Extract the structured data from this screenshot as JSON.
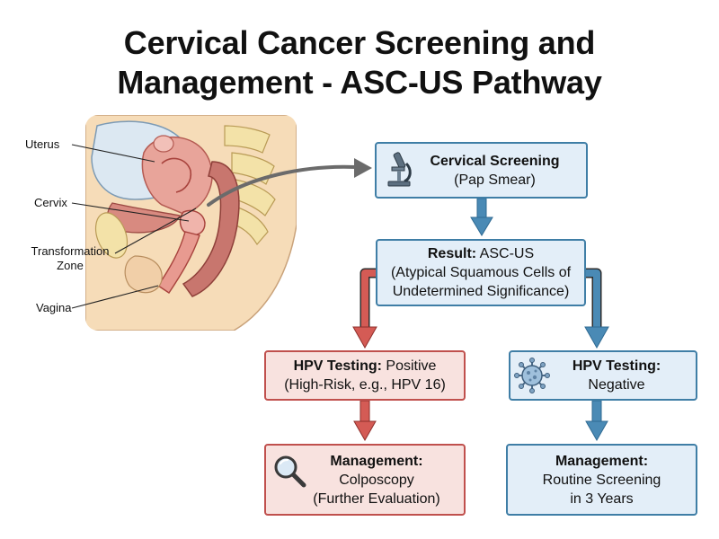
{
  "title": {
    "line1": "Cervical Cancer Screening and",
    "line2": "Management - ASC-US Pathway"
  },
  "anatomy_labels": {
    "uterus": "Uterus",
    "cervix": "Cervix",
    "transformation_zone_line1": "Transformation",
    "transformation_zone_line2": "Zone",
    "vagina": "Vagina"
  },
  "nodes": {
    "screening": {
      "title": "Cervical Screening",
      "subtitle": "(Pap Smear)"
    },
    "result": {
      "bold": "Result:",
      "value": "ASC-US",
      "line2": "(Atypical Squamous Cells of",
      "line3": "Undetermined Significance)"
    },
    "hpv_positive": {
      "bold": "HPV Testing:",
      "value": "Positive",
      "line2": "(High-Risk, e.g., HPV 16)"
    },
    "hpv_negative": {
      "bold": "HPV Testing:",
      "line2": "Negative"
    },
    "mgmt_positive": {
      "bold": "Management:",
      "line2": "Colposcopy",
      "line3": "(Further Evaluation)"
    },
    "mgmt_negative": {
      "bold": "Management:",
      "line2": "Routine Screening",
      "line3": "in 3 Years"
    }
  },
  "colors": {
    "blue_box_fill": "#e3eef8",
    "blue_border": "#3f7ea6",
    "red_box_fill": "#f8e2df",
    "red_border": "#c0504d",
    "arrow_blue": "#3f7ea6",
    "arrow_red": "#c0504d"
  },
  "icons": {
    "screening": "microscope-icon",
    "hpv_negative": "virus-icon",
    "mgmt_positive": "magnifying-glass-icon"
  }
}
